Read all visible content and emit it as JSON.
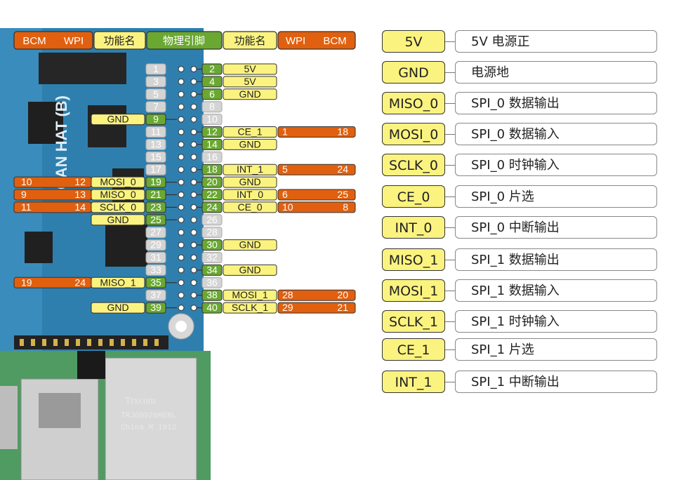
{
  "header": {
    "left_bcm": "BCM",
    "left_wpi": "WPI",
    "left_func": "功能名",
    "physical": "物理引脚",
    "right_func": "功能名",
    "right_wpi": "WPI",
    "right_bcm": "BCM"
  },
  "board": {
    "silkscreen": "CAN HAT (B)",
    "eth_brand": "Trxcom",
    "eth_model": "TRJG0926HENL",
    "eth_origin": "China M 1912"
  },
  "pins_left": [
    {
      "pin": "1",
      "func": "",
      "wpi": "",
      "bcm": ""
    },
    {
      "pin": "3",
      "func": "",
      "wpi": "",
      "bcm": ""
    },
    {
      "pin": "5",
      "func": "",
      "wpi": "",
      "bcm": ""
    },
    {
      "pin": "7",
      "func": "",
      "wpi": "",
      "bcm": ""
    },
    {
      "pin": "9",
      "func": "GND",
      "wpi": "",
      "bcm": ""
    },
    {
      "pin": "11",
      "func": "",
      "wpi": "",
      "bcm": ""
    },
    {
      "pin": "13",
      "func": "",
      "wpi": "",
      "bcm": ""
    },
    {
      "pin": "15",
      "func": "",
      "wpi": "",
      "bcm": ""
    },
    {
      "pin": "17",
      "func": "",
      "wpi": "",
      "bcm": ""
    },
    {
      "pin": "19",
      "func": "MOSI_0",
      "wpi": "12",
      "bcm": "10"
    },
    {
      "pin": "21",
      "func": "MISO_0",
      "wpi": "13",
      "bcm": "9"
    },
    {
      "pin": "23",
      "func": "SCLK_0",
      "wpi": "14",
      "bcm": "11"
    },
    {
      "pin": "25",
      "func": "GND",
      "wpi": "",
      "bcm": ""
    },
    {
      "pin": "27",
      "func": "",
      "wpi": "",
      "bcm": ""
    },
    {
      "pin": "29",
      "func": "",
      "wpi": "",
      "bcm": ""
    },
    {
      "pin": "31",
      "func": "",
      "wpi": "",
      "bcm": ""
    },
    {
      "pin": "33",
      "func": "",
      "wpi": "",
      "bcm": ""
    },
    {
      "pin": "35",
      "func": "MISO_1",
      "wpi": "24",
      "bcm": "19"
    },
    {
      "pin": "37",
      "func": "",
      "wpi": "",
      "bcm": ""
    },
    {
      "pin": "39",
      "func": "GND",
      "wpi": "",
      "bcm": ""
    }
  ],
  "pins_right": [
    {
      "pin": "2",
      "func": "5V",
      "wpi": "",
      "bcm": ""
    },
    {
      "pin": "4",
      "func": "5V",
      "wpi": "",
      "bcm": ""
    },
    {
      "pin": "6",
      "func": "GND",
      "wpi": "",
      "bcm": ""
    },
    {
      "pin": "8",
      "func": "",
      "wpi": "",
      "bcm": ""
    },
    {
      "pin": "10",
      "func": "",
      "wpi": "",
      "bcm": ""
    },
    {
      "pin": "12",
      "func": "CE_1",
      "wpi": "1",
      "bcm": "18"
    },
    {
      "pin": "14",
      "func": "GND",
      "wpi": "",
      "bcm": ""
    },
    {
      "pin": "16",
      "func": "",
      "wpi": "",
      "bcm": ""
    },
    {
      "pin": "18",
      "func": "INT_1",
      "wpi": "5",
      "bcm": "24"
    },
    {
      "pin": "20",
      "func": "GND",
      "wpi": "",
      "bcm": ""
    },
    {
      "pin": "22",
      "func": "INT_0",
      "wpi": "6",
      "bcm": "25"
    },
    {
      "pin": "24",
      "func": "CE_0",
      "wpi": "10",
      "bcm": "8"
    },
    {
      "pin": "26",
      "func": "",
      "wpi": "",
      "bcm": ""
    },
    {
      "pin": "28",
      "func": "",
      "wpi": "",
      "bcm": ""
    },
    {
      "pin": "30",
      "func": "GND",
      "wpi": "",
      "bcm": ""
    },
    {
      "pin": "32",
      "func": "",
      "wpi": "",
      "bcm": ""
    },
    {
      "pin": "34",
      "func": "GND",
      "wpi": "",
      "bcm": ""
    },
    {
      "pin": "36",
      "func": "",
      "wpi": "",
      "bcm": ""
    },
    {
      "pin": "38",
      "func": "MOSI_1",
      "wpi": "28",
      "bcm": "20"
    },
    {
      "pin": "40",
      "func": "SCLK_1",
      "wpi": "29",
      "bcm": "21"
    }
  ],
  "legend": [
    {
      "key": "5V",
      "desc": "5V 电源正"
    },
    {
      "key": "GND",
      "desc": "电源地"
    },
    {
      "key": "MISO_0",
      "desc": "SPI_0 数据输出"
    },
    {
      "key": "MOSI_0",
      "desc": "SPI_0 数据输入"
    },
    {
      "key": "SCLK_0",
      "desc": "SPI_0 时钟输入"
    },
    {
      "key": "CE_0",
      "desc": "SPI_0 片选"
    },
    {
      "key": "INT_0",
      "desc": "SPI_0 中断输出"
    },
    {
      "key": "MISO_1",
      "desc": "SPI_1 数据输出"
    },
    {
      "key": "MOSI_1",
      "desc": "SPI_1 数据输入"
    },
    {
      "key": "SCLK_1",
      "desc": "SPI_1 时钟输入"
    },
    {
      "key": "CE_1",
      "desc": "SPI_1 片选"
    },
    {
      "key": "INT_1",
      "desc": "SPI_1 中断输出"
    }
  ],
  "colors": {
    "orange": "#e0600f",
    "yellow": "#fbf37f",
    "green": "#6aa832",
    "gray": "#d4d4d4",
    "board_blue": "#2f7fae",
    "board_green": "#4f9b62"
  }
}
